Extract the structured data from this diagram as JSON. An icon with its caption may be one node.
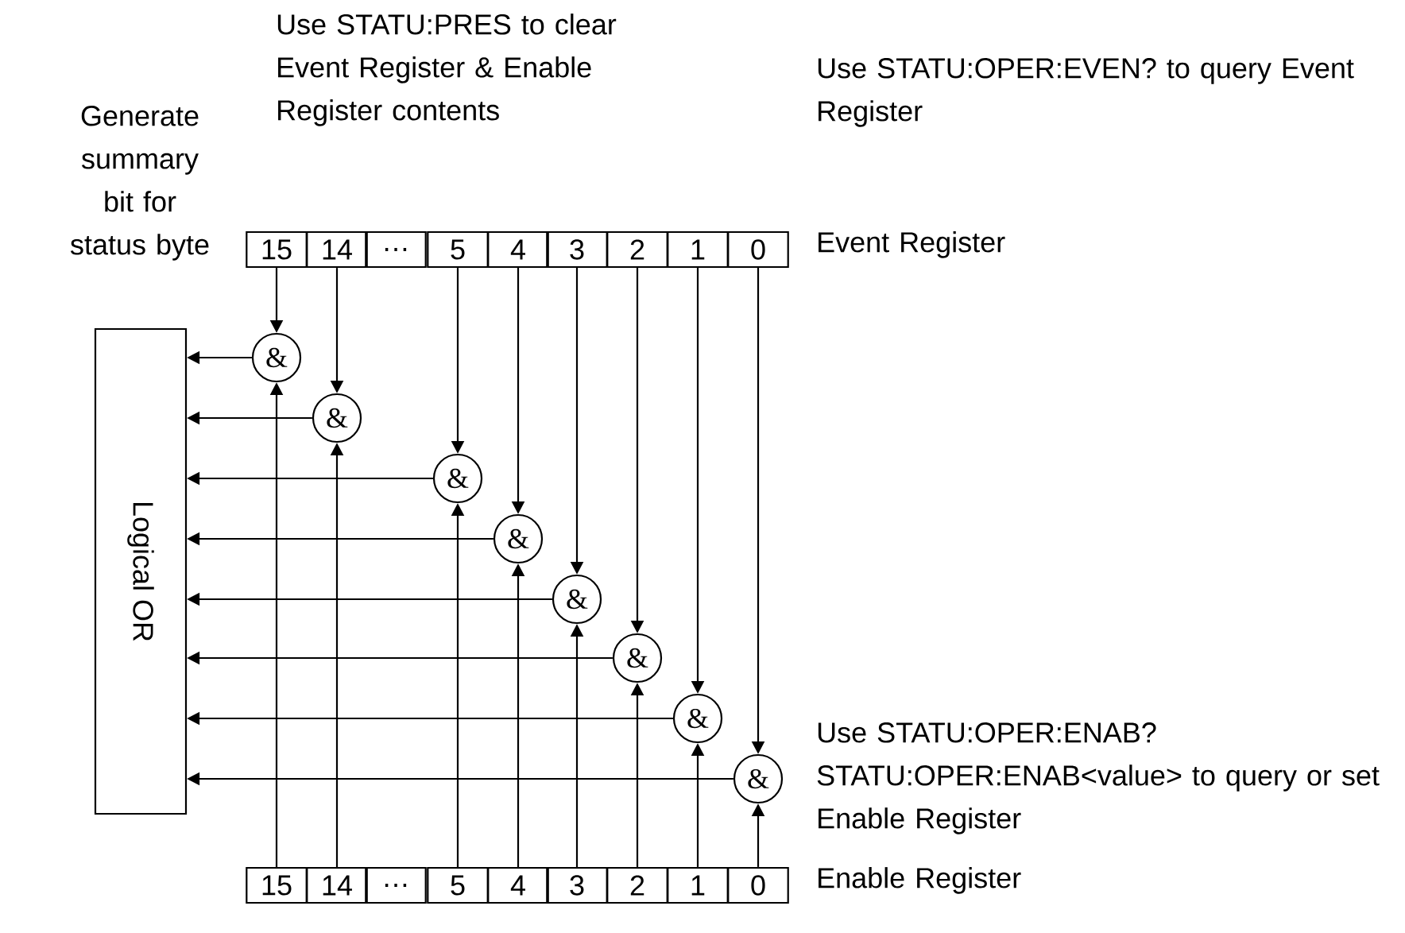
{
  "diagram": {
    "nodes": [
      {
        "text": [
          "15"
        ]
      },
      {
        "text": [
          "14"
        ]
      },
      {
        "text": [
          "…"
        ]
      },
      {
        "text": [
          "5"
        ]
      },
      {
        "text": [
          "4"
        ]
      },
      {
        "text": [
          "3"
        ]
      },
      {
        "text": [
          "2"
        ]
      },
      {
        "text": [
          "1"
        ]
      },
      {
        "text": [
          "0"
        ]
      },
      {
        "text": [
          "&"
        ]
      },
      {
        "text": [
          "&"
        ]
      },
      {
        "text": [
          "&"
        ]
      },
      {
        "text": [
          "&"
        ]
      },
      {
        "text": [
          "&"
        ]
      },
      {
        "text": [
          "&"
        ]
      },
      {
        "text": [
          "&"
        ]
      },
      {
        "text": [
          "&"
        ]
      },
      {
        "text": [
          "Logical OR"
        ]
      },
      {
        "text": [
          "15"
        ]
      },
      {
        "text": [
          "14"
        ]
      },
      {
        "text": [
          "…"
        ]
      },
      {
        "text": [
          "5"
        ]
      },
      {
        "text": [
          "4"
        ]
      },
      {
        "text": [
          "3"
        ]
      },
      {
        "text": [
          "2"
        ]
      },
      {
        "text": [
          "1"
        ]
      },
      {
        "text": [
          "0"
        ]
      }
    ],
    "edges": [
      {
        "from": 0,
        "to": 9,
        "arrow": "to"
      },
      {
        "from": 1,
        "to": 10,
        "arrow": "to"
      },
      {
        "from": 3,
        "to": 11,
        "arrow": "to"
      },
      {
        "from": 4,
        "to": 12,
        "arrow": "to"
      },
      {
        "from": 5,
        "to": 13,
        "arrow": "to"
      },
      {
        "from": 6,
        "to": 14,
        "arrow": "to"
      },
      {
        "from": 7,
        "to": 15,
        "arrow": "to"
      },
      {
        "from": 8,
        "to": 16,
        "arrow": "to"
      },
      {
        "from": 18,
        "to": 9,
        "arrow": "to"
      },
      {
        "from": 19,
        "to": 10,
        "arrow": "to"
      },
      {
        "from": 21,
        "to": 11,
        "arrow": "to"
      },
      {
        "from": 22,
        "to": 12,
        "arrow": "to"
      },
      {
        "from": 23,
        "to": 13,
        "arrow": "to"
      },
      {
        "from": 24,
        "to": 14,
        "arrow": "to"
      },
      {
        "from": 25,
        "to": 15,
        "arrow": "to"
      },
      {
        "from": 26,
        "to": 16,
        "arrow": "to"
      },
      {
        "from": 9,
        "to": 17,
        "arrow": "to"
      },
      {
        "from": 10,
        "to": 17,
        "arrow": "to"
      },
      {
        "from": 11,
        "to": 17,
        "arrow": "to"
      },
      {
        "from": 12,
        "to": 17,
        "arrow": "to"
      },
      {
        "from": 13,
        "to": 17,
        "arrow": "to"
      },
      {
        "from": 14,
        "to": 17,
        "arrow": "to"
      },
      {
        "from": 15,
        "to": 17,
        "arrow": "to"
      },
      {
        "from": 16,
        "to": 17,
        "arrow": "to"
      }
    ],
    "labels": [
      "Use STATU:PRES to clear Event Register & Enable Register contents",
      "Use STATU:OPER:EVEN? to query Event Register",
      "Generate summary bit for status byte",
      "Event Register",
      "Use STATU:OPER:ENAB? STATU:OPER:ENAB<value> to query or set Enable Register",
      "Enable Register"
    ]
  }
}
